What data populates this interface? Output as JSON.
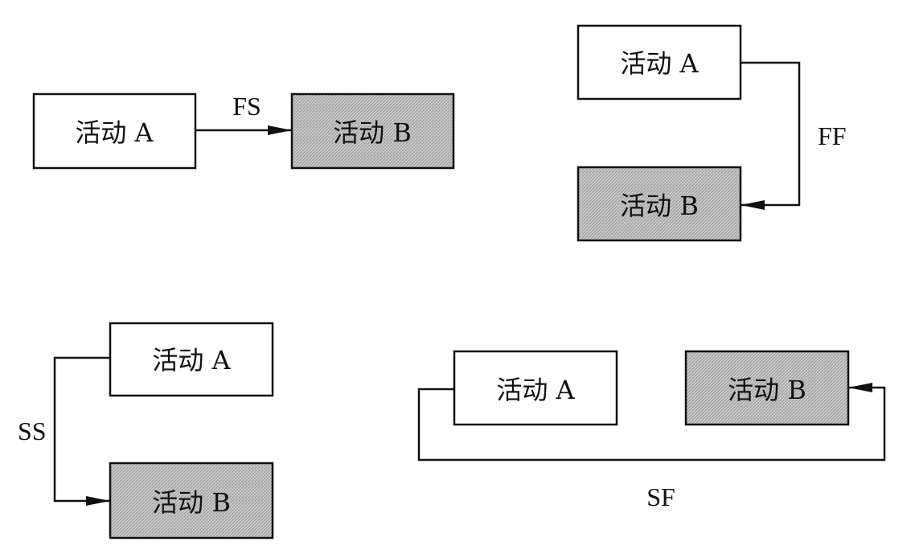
{
  "diagram": {
    "colors": {
      "line": "#111111",
      "activity_b_fill": "#c8c8c8",
      "activity_a_fill": "#ffffff"
    },
    "fs": {
      "label": "FS",
      "activity_a": "活动 A",
      "activity_b": "活动 B"
    },
    "ff": {
      "label": "FF",
      "activity_a": "活动 A",
      "activity_b": "活动 B"
    },
    "ss": {
      "label": "SS",
      "activity_a": "活动 A",
      "activity_b": "活动 B"
    },
    "sf": {
      "label": "SF",
      "activity_a": "活动 A",
      "activity_b": "活动 B"
    }
  }
}
